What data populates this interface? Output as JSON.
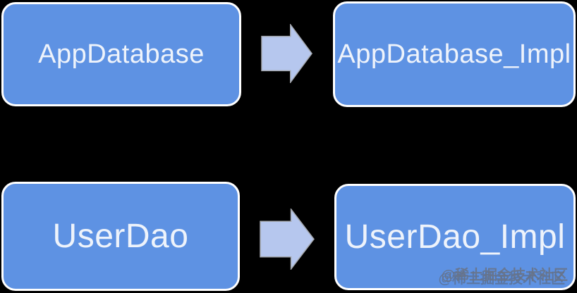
{
  "diagram": {
    "colors": {
      "background": "#000000",
      "box-fill": "#5e92e3",
      "box-border": "#ffffff",
      "text-color": "#eef3fb",
      "arrow-fill": "#b6c7ee",
      "arrow-outline": "#a5a9b0"
    },
    "nodes": [
      {
        "id": "app-database",
        "label": "AppDatabase"
      },
      {
        "id": "app-database-impl",
        "label": "AppDatabase_Impl"
      },
      {
        "id": "user-dao",
        "label": "UserDao"
      },
      {
        "id": "user-dao-impl",
        "label": "UserDao_Impl"
      }
    ],
    "edges": [
      {
        "from": "AppDatabase",
        "to": "AppDatabase_Impl",
        "type": "block-arrow-right"
      },
      {
        "from": "UserDao",
        "to": "UserDao_Impl",
        "type": "block-arrow-right"
      }
    ],
    "watermark": "@稀土掘金技术社区"
  }
}
